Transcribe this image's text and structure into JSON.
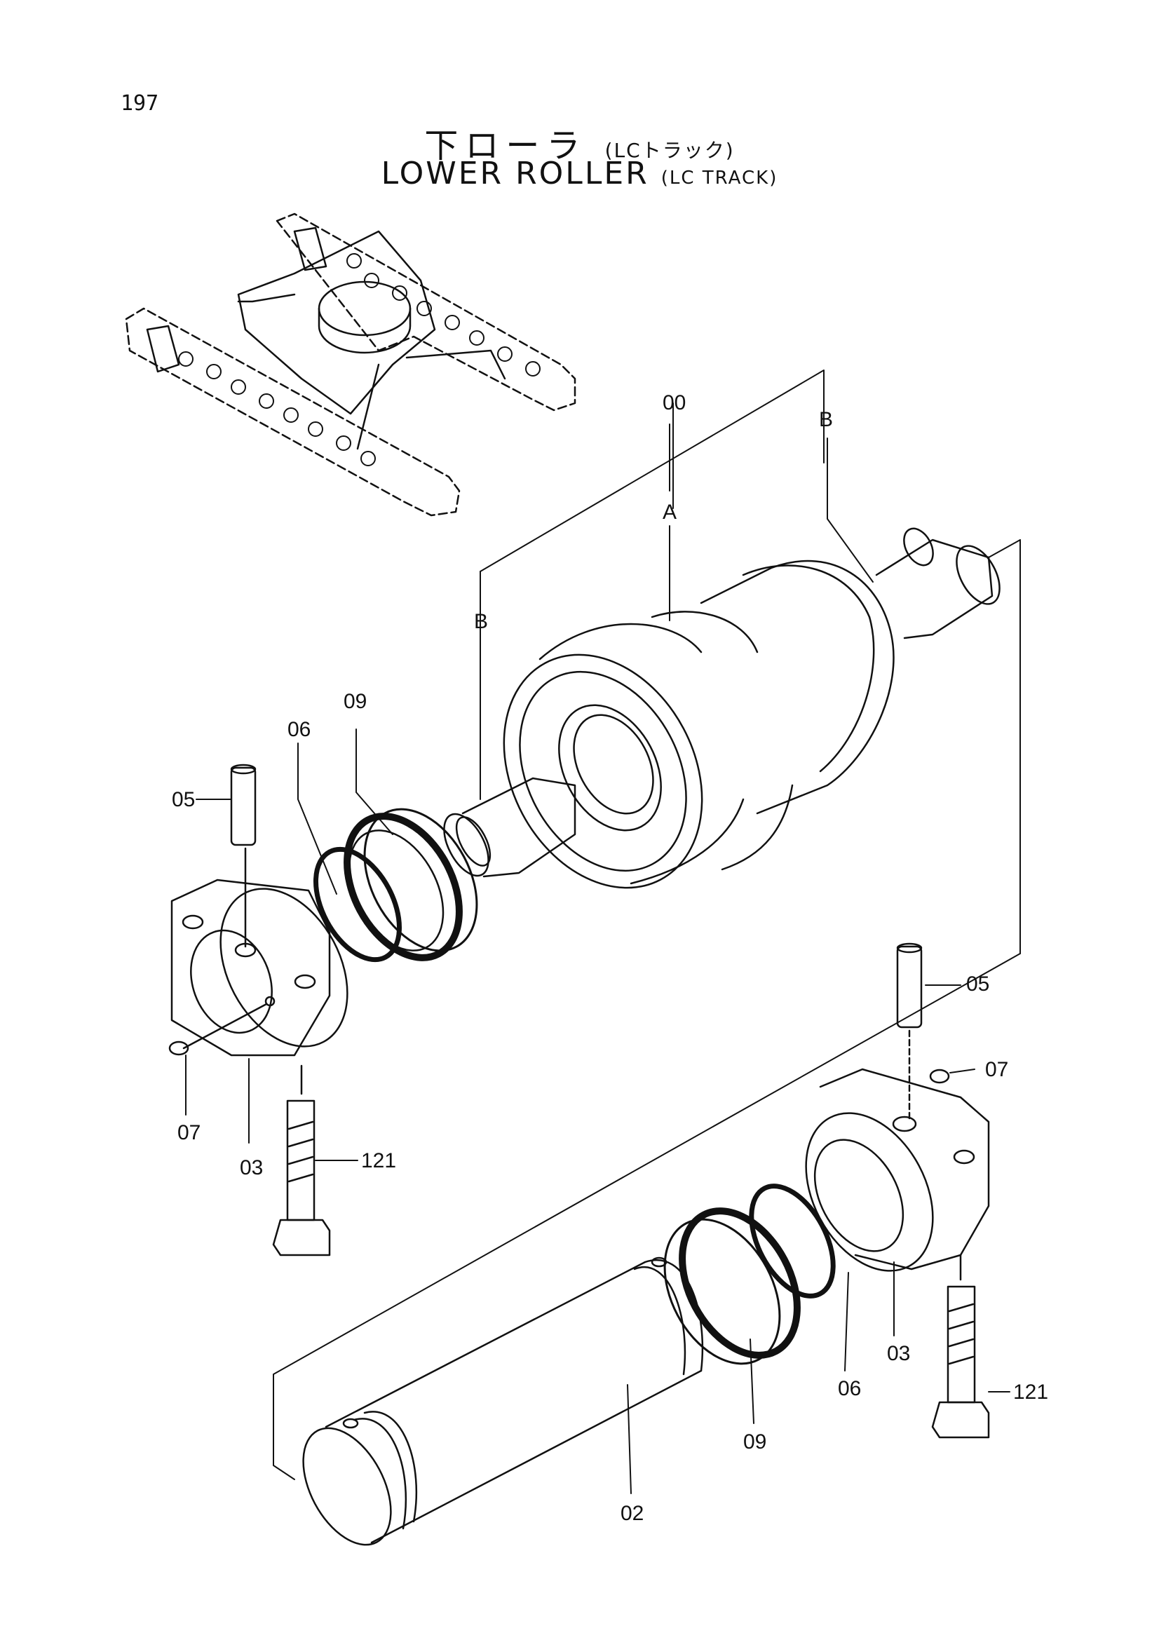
{
  "page_number": "197",
  "title": {
    "jp_main": "下ローラ",
    "jp_sub": "(LCトラック)",
    "en_main": "LOWER ROLLER",
    "en_sub": "(LC TRACK)"
  },
  "callouts": {
    "assembly": "00",
    "section_a": "A",
    "section_b_right": "B",
    "section_b_left": "B",
    "pin_left": "05",
    "pin_right": "05",
    "ring_left": "06",
    "ring_right": "06",
    "seal_left": "09",
    "seal_right": "09",
    "plug_left": "07",
    "plug_right": "07",
    "collar_left": "03",
    "collar_right": "03",
    "bolt_left": "121",
    "bolt_right": "121",
    "shaft": "02"
  }
}
